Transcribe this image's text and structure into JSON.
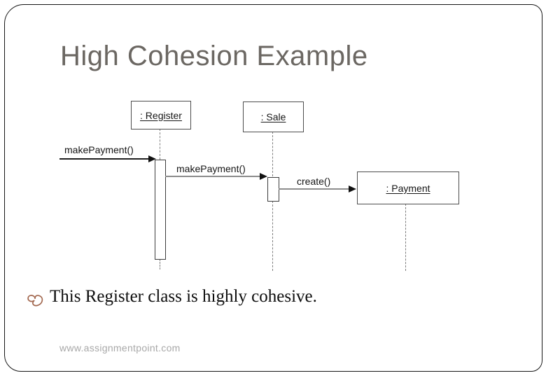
{
  "slide": {
    "title": "High Cohesion Example",
    "bullet": "This Register class is highly cohesive.",
    "footer": "www.assignmentpoint.com"
  },
  "diagram": {
    "type": "uml-sequence",
    "objects": [
      {
        "id": "register",
        "label": ": Register"
      },
      {
        "id": "sale",
        "label": ": Sale"
      },
      {
        "id": "payment",
        "label": ": Payment"
      }
    ],
    "messages": [
      {
        "from": "caller",
        "to": "register",
        "label": "makePayment()"
      },
      {
        "from": "register",
        "to": "sale",
        "label": "makePayment()"
      },
      {
        "from": "sale",
        "to": "payment",
        "label": "create()"
      }
    ]
  },
  "colors": {
    "title": "#6b6762",
    "line": "#4d4d4d",
    "bullet_glyph": "#a2674e",
    "footer": "#a8a8a8"
  }
}
